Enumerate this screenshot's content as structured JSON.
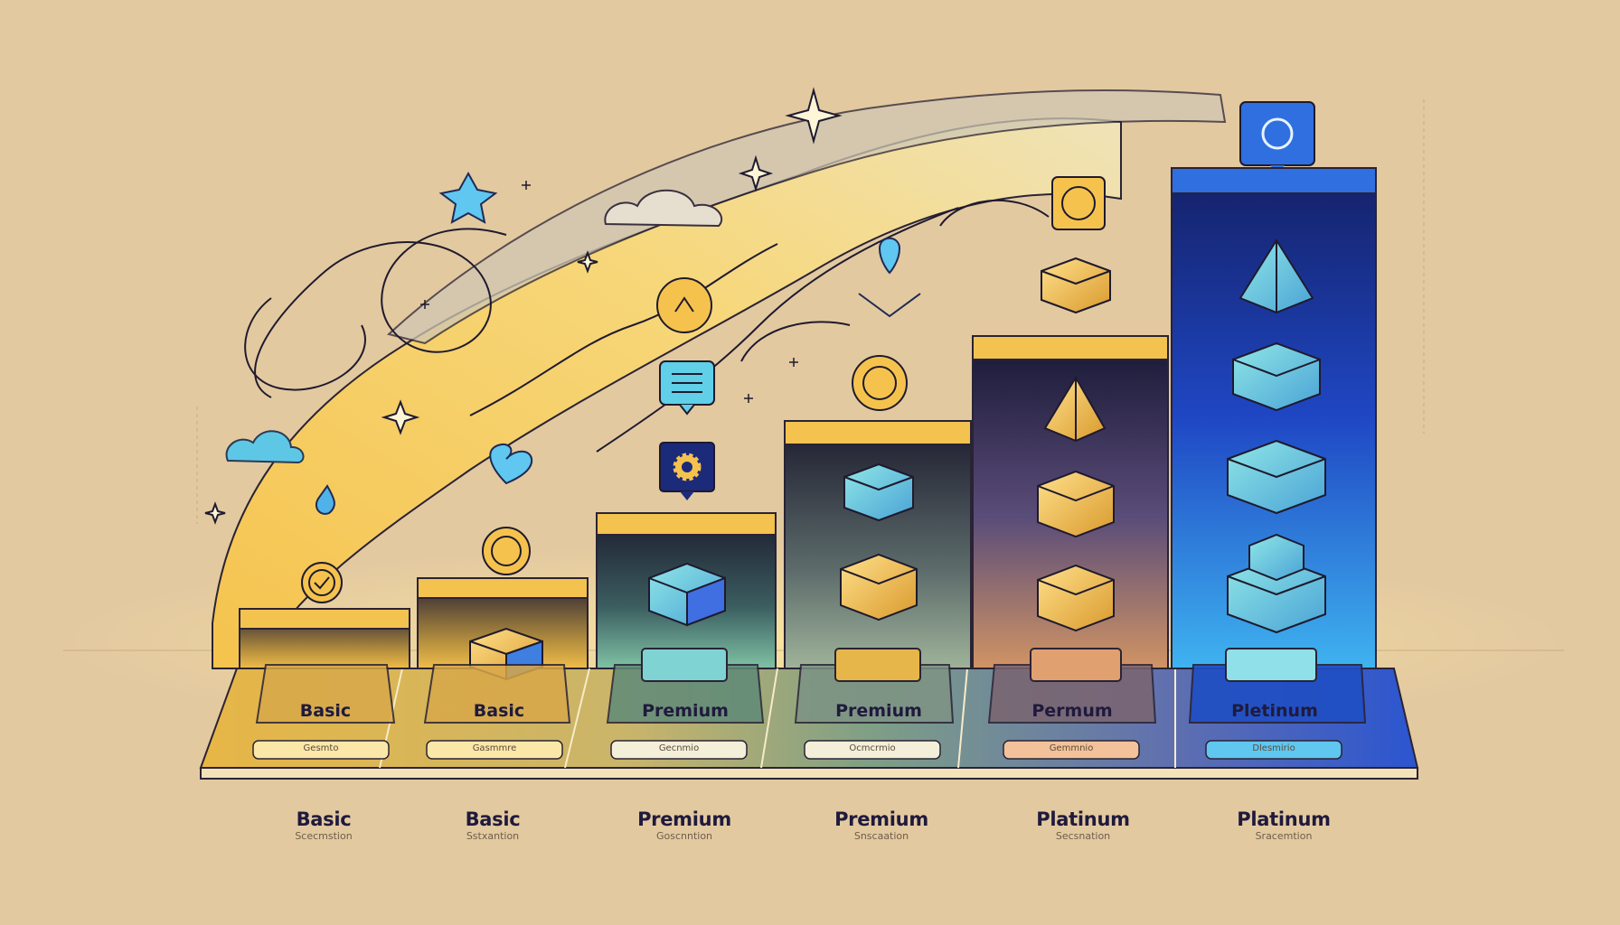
{
  "tiers": [
    {
      "plate_label": "Basic",
      "plate_sub": "Gesmto",
      "label": "Basic",
      "sub": "Scecmstion",
      "color": "#f3c24f"
    },
    {
      "plate_label": "Basic",
      "plate_sub": "Gasmmre",
      "label": "Basic",
      "sub": "Sstxantion",
      "color": "#f3c24f"
    },
    {
      "plate_label": "Premium",
      "plate_sub": "Gecnmio",
      "label": "Premium",
      "sub": "Goscnntion",
      "color": "#6fb8a0"
    },
    {
      "plate_label": "Premium",
      "plate_sub": "Ocmcrmio",
      "label": "Premium",
      "sub": "Snscaation",
      "color": "#8aa890"
    },
    {
      "plate_label": "Permum",
      "plate_sub": "Gemmnio",
      "label": "Platinum",
      "sub": "Secsnation",
      "color": "#e0a070"
    },
    {
      "plate_label": "Pletinum",
      "plate_sub": "Dlesmirio",
      "label": "Platinum",
      "sub": "Sracemtion",
      "color": "#2f7ad9"
    }
  ],
  "palette": {
    "background": "#e3c9a0",
    "gold": "#f3c24f",
    "navy": "#1c2a7a",
    "blue": "#2f6fe0",
    "cyan": "#5fd0e8",
    "ink": "#1f1a3d"
  },
  "icons": [
    "star-icon",
    "sparkle-icon",
    "cloud-icon",
    "heart-icon",
    "droplet-icon",
    "location-pin-icon",
    "chat-icon",
    "gear-icon",
    "checkmark-badge-icon",
    "pyramid-icon",
    "cube-icon",
    "target-icon"
  ]
}
